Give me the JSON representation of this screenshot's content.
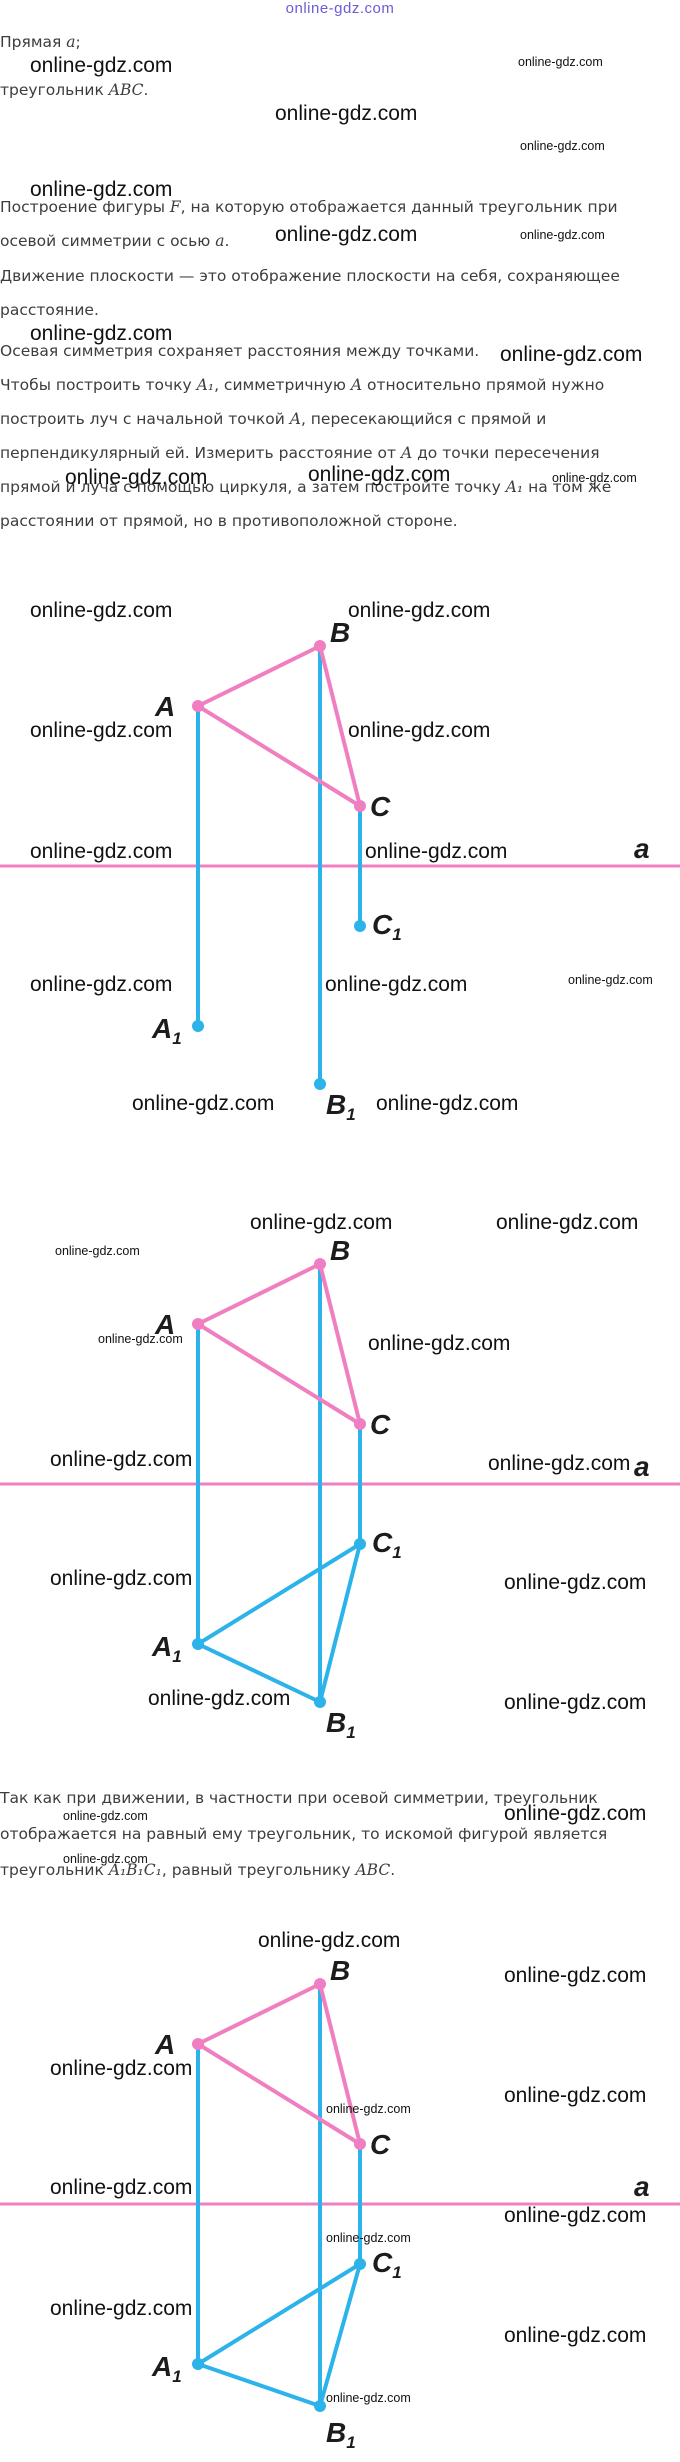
{
  "site_header": "online-gdz.com",
  "colors": {
    "pink": "#f07fc2",
    "blue": "#2bb3ea",
    "label": "#1c1c1c"
  },
  "text": {
    "p1_a": "Прямая ",
    "p1_var": "a",
    "p1_b": ";",
    "p2_a": "треугольник ",
    "p2_var": "ABC",
    "p2_b": ".",
    "p3_a": "Построение фигуры ",
    "p3_var": "F",
    "p3_b": ", на которую отображается данный треугольник при осевой симметрии с осью ",
    "p3_var2": "a",
    "p3_c": ".",
    "p4": "Движение плоскости — это отображение плоскости на себя, сохраняющее расстояние.",
    "p5": "Осевая симметрия сохраняет расстояния между точками.",
    "p6_a": "Чтобы построить точку ",
    "p6_var1": "A₁",
    "p6_b": ", симметричную ",
    "p6_var2": "A",
    "p6_c": " относительно прямой нужно построить луч с начальной точкой ",
    "p6_var3": "A",
    "p6_d": ", пересекающийся с прямой и перпендикулярный ей. Измерить расстояние от ",
    "p6_var4": "A",
    "p6_e": " до точки пересечения прямой и луча с помощью циркуля, а затем постройте точку ",
    "p6_var5": "A₁",
    "p6_f": " на том же расстоянии от прямой, но в противоположной стороне.",
    "p7_a": "Так как при движении, в частности при осевой симметрии, треугольник отображается на равный ему треугольник, то искомой фигурой является треугольник ",
    "p7_var1": "A₁B₁C₁",
    "p7_b": ", равный треугольнику ",
    "p7_var2": "ABC",
    "p7_c": "."
  },
  "figure_labels": {
    "A": "A",
    "B": "B",
    "C": "C",
    "a": "a",
    "A1": "A",
    "B1": "B",
    "C1": "C",
    "sub": "1"
  },
  "watermark": "online-gdz.com"
}
